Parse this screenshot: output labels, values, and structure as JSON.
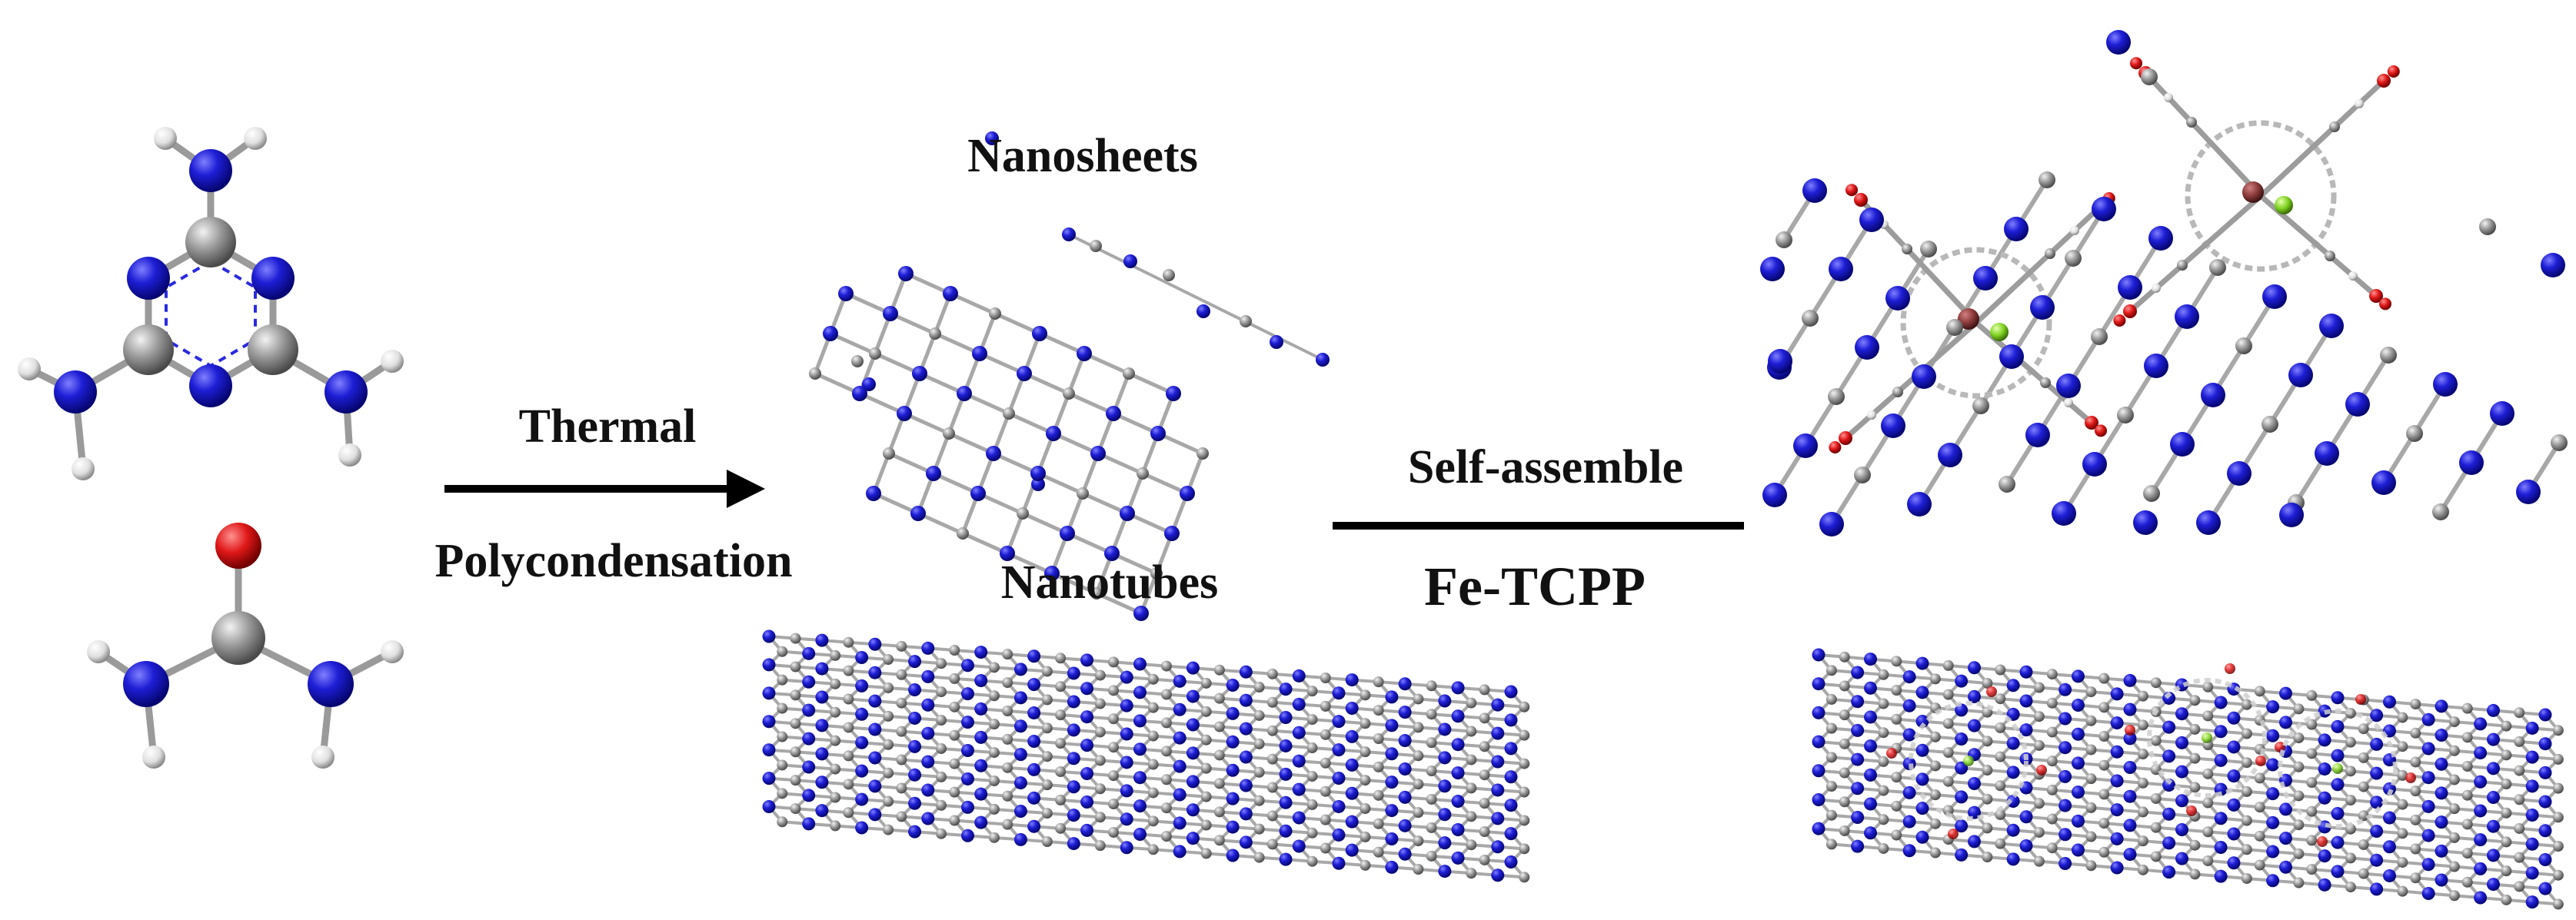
{
  "labels": {
    "nanosheets": "Nanosheets",
    "nanotubes": "Nanotubes",
    "thermal": "Thermal",
    "polycondensation": "Polycondensation",
    "self_assemble": "Self-assemble",
    "fe_tcpp": "Fe-TCPP"
  },
  "colors": {
    "nitrogen": "#1a1ac8",
    "carbon": "#8e8e8e",
    "hydrogen": "#e6e6e6",
    "oxygen": "#d41414",
    "iron": "#8b3a3a",
    "chlorine": "#7ed321",
    "bond": "#a8a8a8",
    "arrow": "#000000"
  },
  "molecules": [
    "melamine",
    "urea"
  ]
}
